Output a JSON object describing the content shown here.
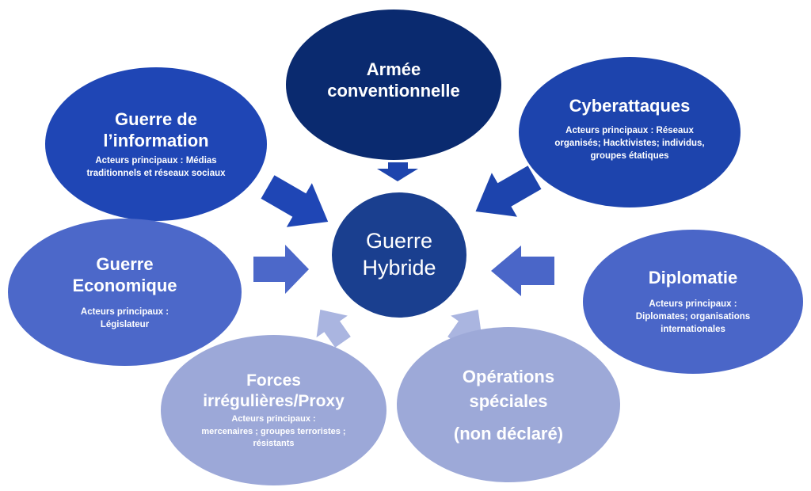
{
  "colors": {
    "center": "#1a3f8f",
    "dark_navy": "#0a2a6f",
    "royal_blue": "#1f46b5",
    "medium_blue": "#4c68c9",
    "light_periwinkle": "#9ca8d8",
    "arrow_light": "#aab5e0",
    "background": "#ffffff"
  },
  "center": {
    "title_line1": "Guerre",
    "title_line2": "Hybride"
  },
  "nodes": {
    "armee": {
      "title_line1": "Armée",
      "title_line2": "conventionnelle"
    },
    "information": {
      "title_line1": "Guerre de",
      "title_line2": "l’information",
      "subtitle": "Acteurs principaux  : Médias traditionnels et réseaux sociaux"
    },
    "cyber": {
      "title": "Cyberattaques",
      "subtitle": "Acteurs principaux : Réseaux organisés; Hacktivistes; individus, groupes étatiques"
    },
    "economique": {
      "title_line1": "Guerre",
      "title_line2": "Economique",
      "subtitle_line1": "Acteurs principaux  :",
      "subtitle_line2": "Législateur"
    },
    "diplomatie": {
      "title": "Diplomatie",
      "subtitle_line1": "Acteurs principaux  :",
      "subtitle_line2": "Diplomates; organisations internationales"
    },
    "forces": {
      "title_line1": "Forces",
      "title_line2": "irrégulières/Proxy",
      "subtitle_line1": "Acteurs principaux  :",
      "subtitle_line2": "mercenaires ; groupes terroristes ; résistants"
    },
    "operations": {
      "title_line1": "Opérations",
      "title_line2": "spéciales",
      "extra": "(non déclaré)"
    }
  }
}
